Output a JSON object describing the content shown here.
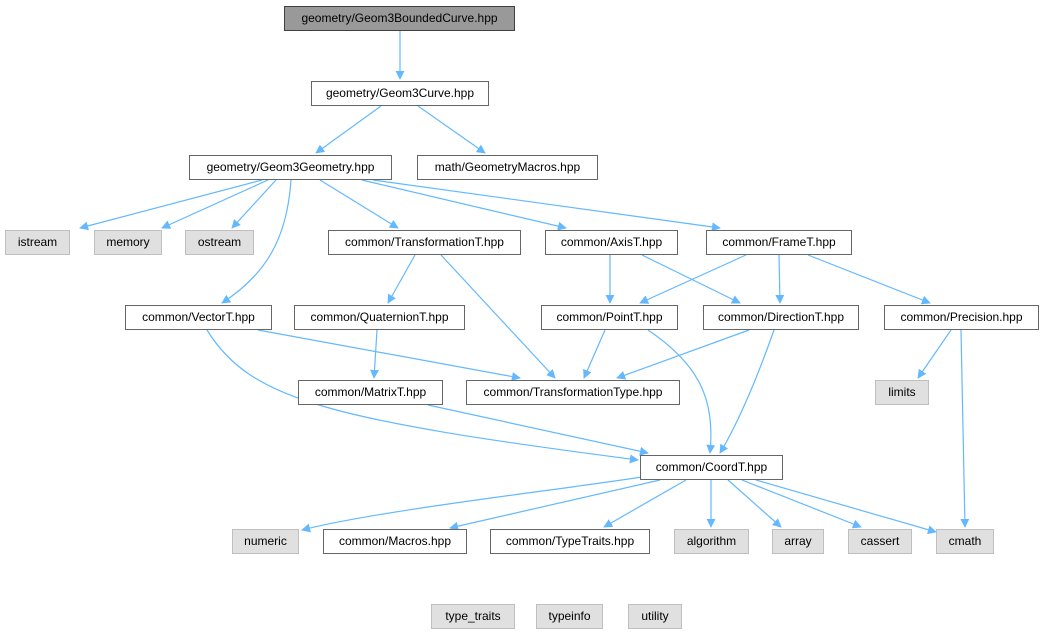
{
  "colors": {
    "edge": "#63b8ff",
    "node_border": "#666666",
    "system_header_fill": "#e0e0e0",
    "root_fill": "#999999"
  },
  "nodes": {
    "root": "geometry/Geom3BoundedCurve.hpp",
    "geom3curve": "geometry/Geom3Curve.hpp",
    "geom3geometry": "geometry/Geom3Geometry.hpp",
    "geometrymacros": "math/GeometryMacros.hpp",
    "istream": "istream",
    "memory": "memory",
    "ostream": "ostream",
    "transformationt": "common/TransformationT.hpp",
    "axist": "common/AxisT.hpp",
    "framet": "common/FrameT.hpp",
    "vectort": "common/VectorT.hpp",
    "quaterniont": "common/QuaternionT.hpp",
    "pointt": "common/PointT.hpp",
    "directiont": "common/DirectionT.hpp",
    "precision": "common/Precision.hpp",
    "matrixt": "common/MatrixT.hpp",
    "transformationtype": "common/TransformationType.hpp",
    "limits": "limits",
    "coordt": "common/CoordT.hpp",
    "numeric": "numeric",
    "macros": "common/Macros.hpp",
    "typetraits": "common/TypeTraits.hpp",
    "algorithm": "algorithm",
    "array": "array",
    "cassert": "cassert",
    "cmath": "cmath",
    "type_traits": "type_traits",
    "typeinfo": "typeinfo",
    "utility": "utility"
  }
}
